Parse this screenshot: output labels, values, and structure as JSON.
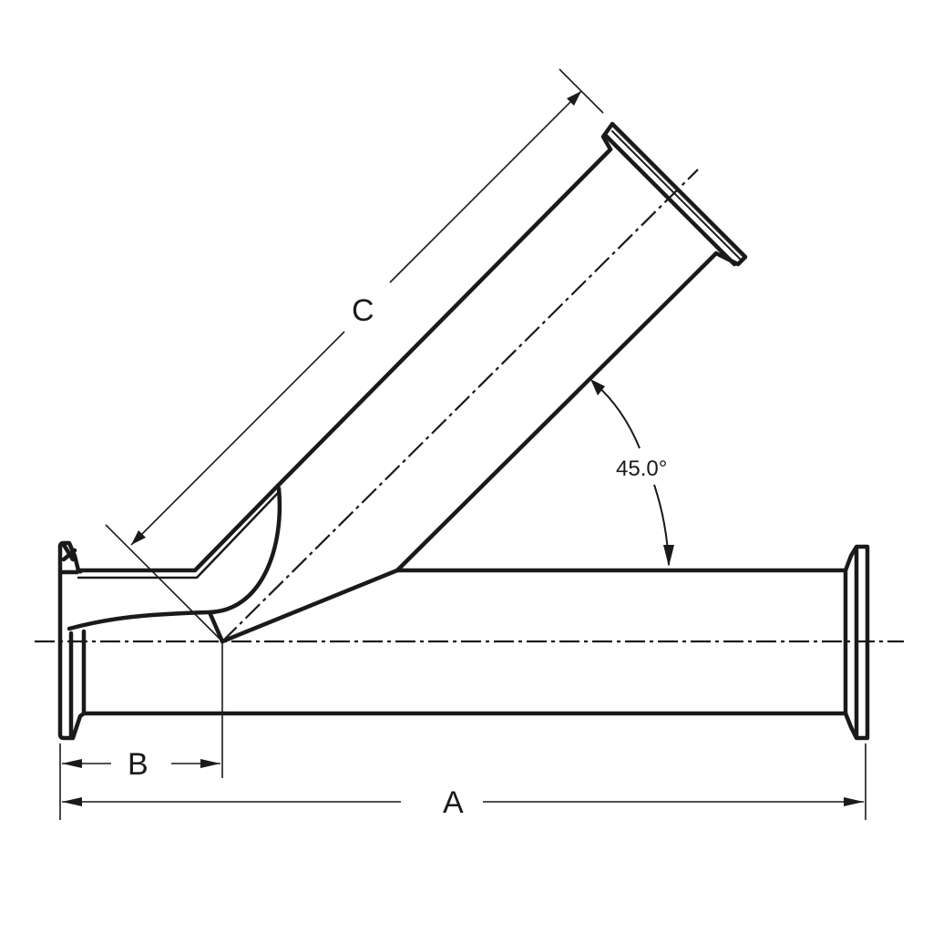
{
  "drawing": {
    "subject": "45 degree lateral wye tee with clamp ends",
    "dimensions": {
      "A": "A",
      "B": "B",
      "C": "C"
    },
    "angle_label": "45.0°",
    "colors": {
      "line": "#1a1a1a",
      "background": "#ffffff"
    }
  }
}
